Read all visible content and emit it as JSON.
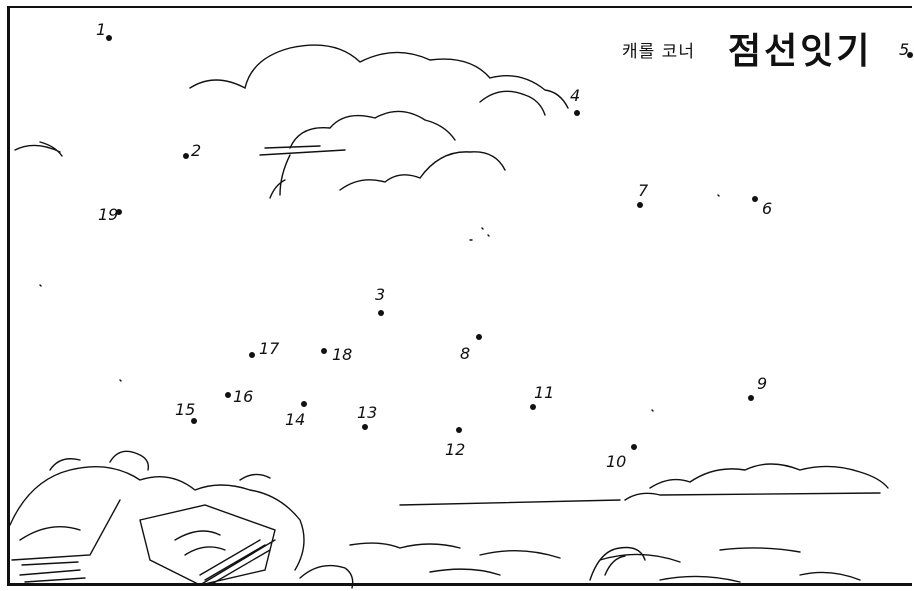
{
  "title": {
    "subtitle": "캐롤 코너",
    "main": "점선잇기"
  },
  "points": [
    {
      "label": "1"
    },
    {
      "label": "2"
    },
    {
      "label": "3"
    },
    {
      "label": "4"
    },
    {
      "label": "5"
    },
    {
      "label": "6"
    },
    {
      "label": "7"
    },
    {
      "label": "8"
    },
    {
      "label": "9"
    },
    {
      "label": "10"
    },
    {
      "label": "11"
    },
    {
      "label": "12"
    },
    {
      "label": "13"
    },
    {
      "label": "14"
    },
    {
      "label": "15"
    },
    {
      "label": "16"
    },
    {
      "label": "17"
    },
    {
      "label": "18"
    },
    {
      "label": "19"
    }
  ]
}
